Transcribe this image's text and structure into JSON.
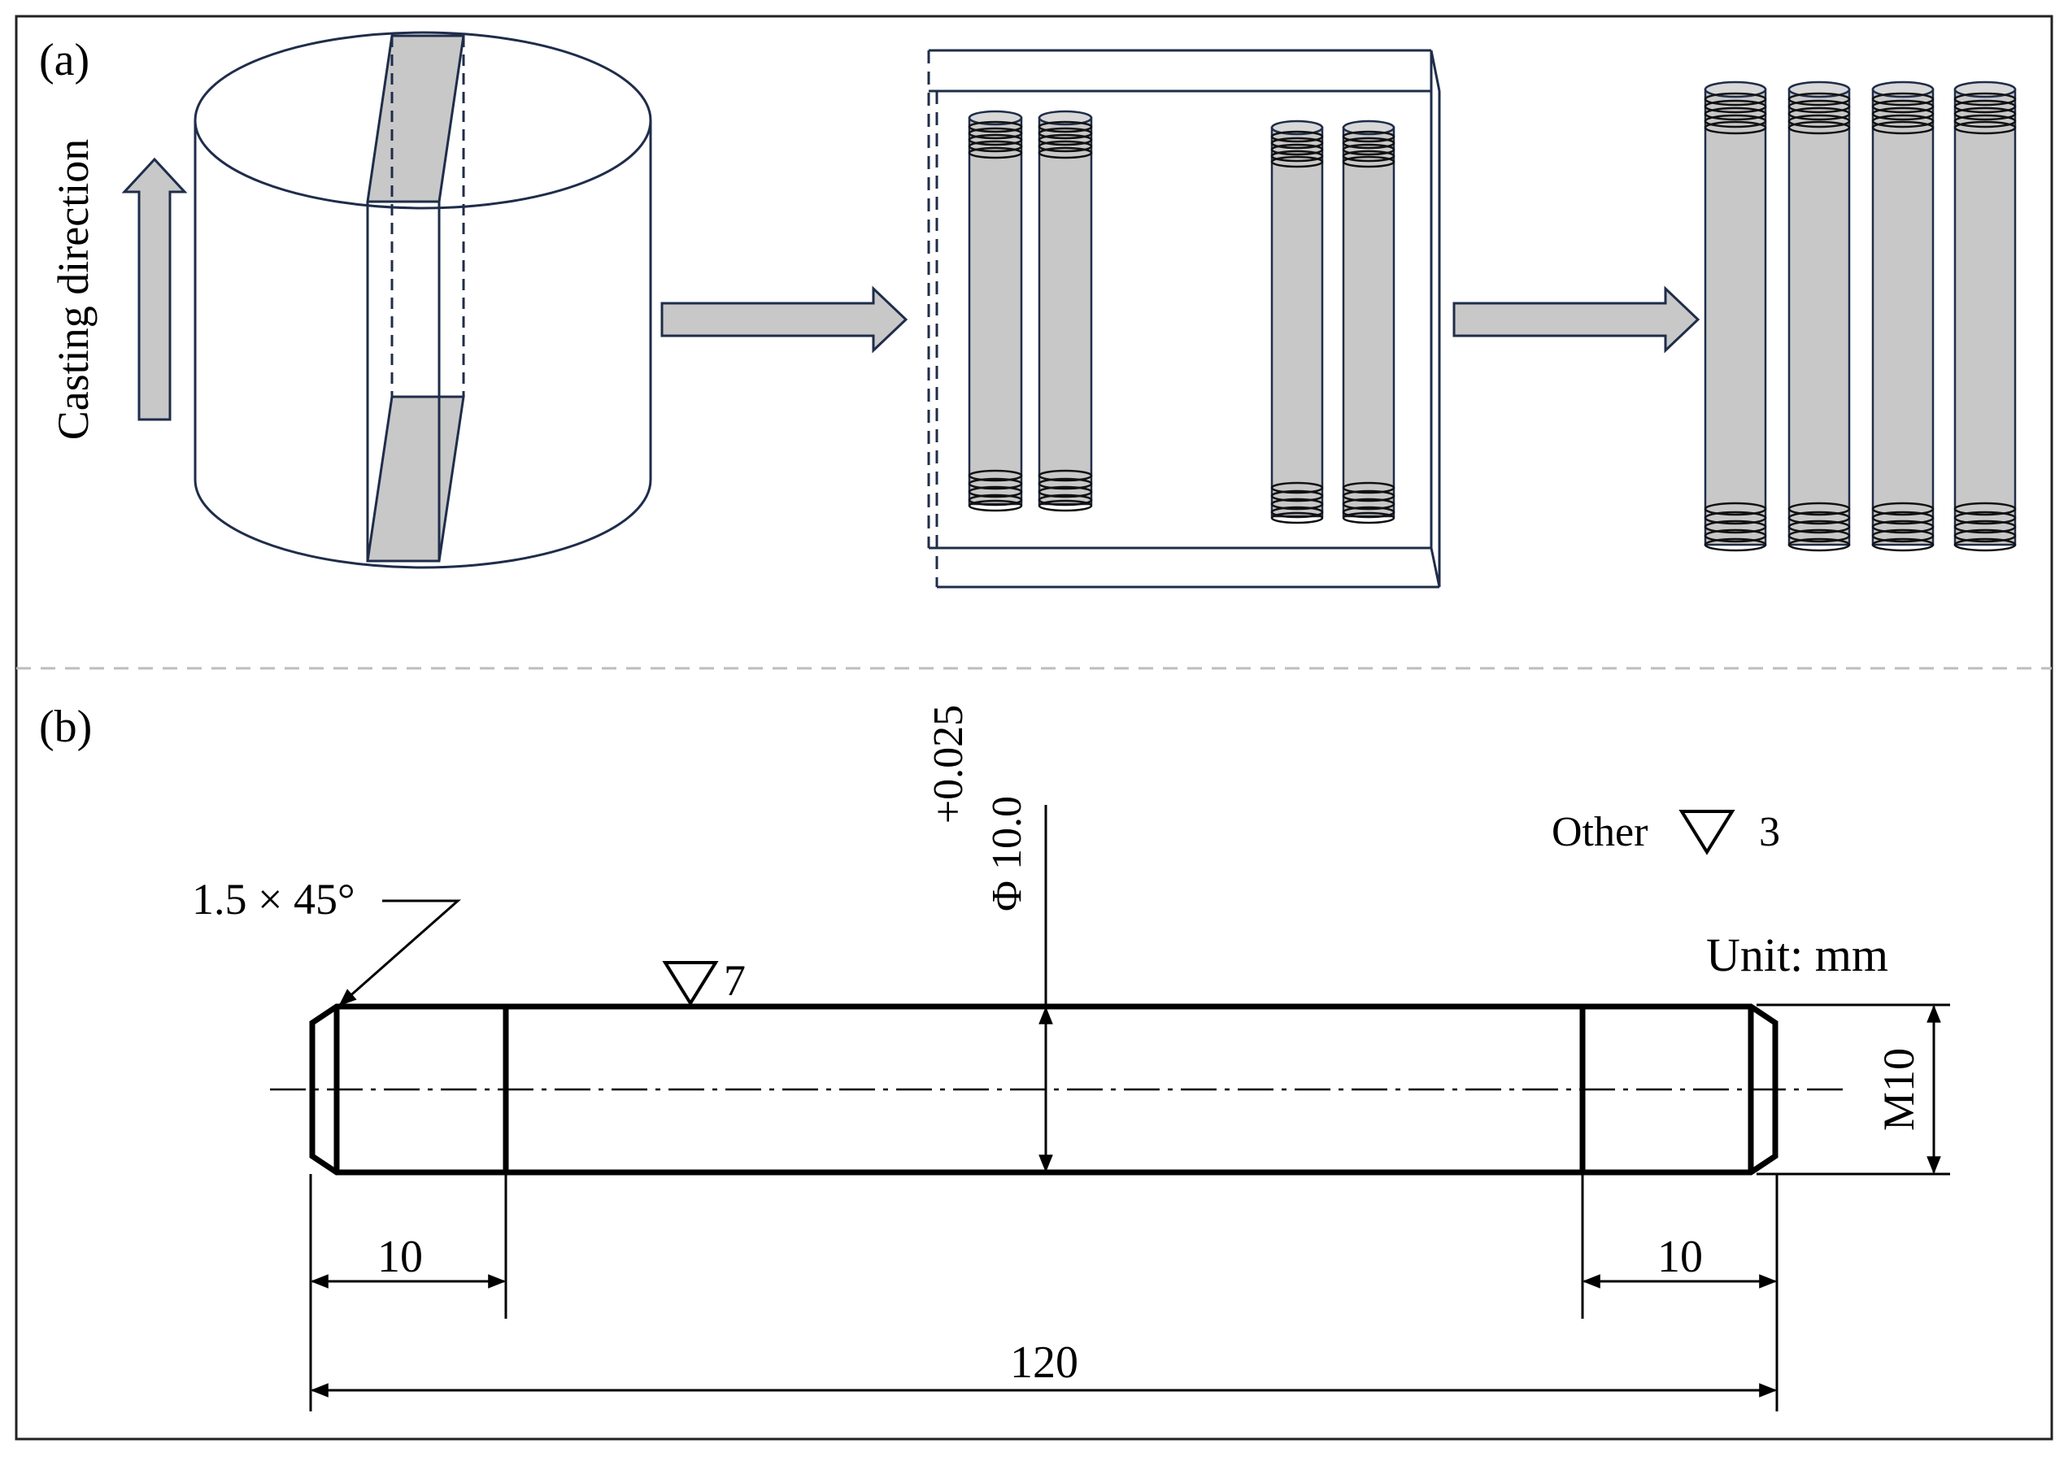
{
  "panel_a": {
    "label": "(a)",
    "casting_direction": "Casting direction"
  },
  "panel_b": {
    "label": "(b)",
    "chamfer": "1.5 × 45°",
    "roughness_main": "7",
    "tolerance": "+0.025",
    "diameter": "Φ 10.0",
    "other_label": "Other",
    "other_value": "3",
    "unit": "Unit: mm",
    "thread": "M10",
    "dim_left": "10",
    "dim_right": "10",
    "dim_total": "120"
  },
  "colors": {
    "fill_gray": "#c8c8c8",
    "outline_navy": "#1f2d4a",
    "divider_gray": "#bdbdbd",
    "ink": "#000000"
  }
}
